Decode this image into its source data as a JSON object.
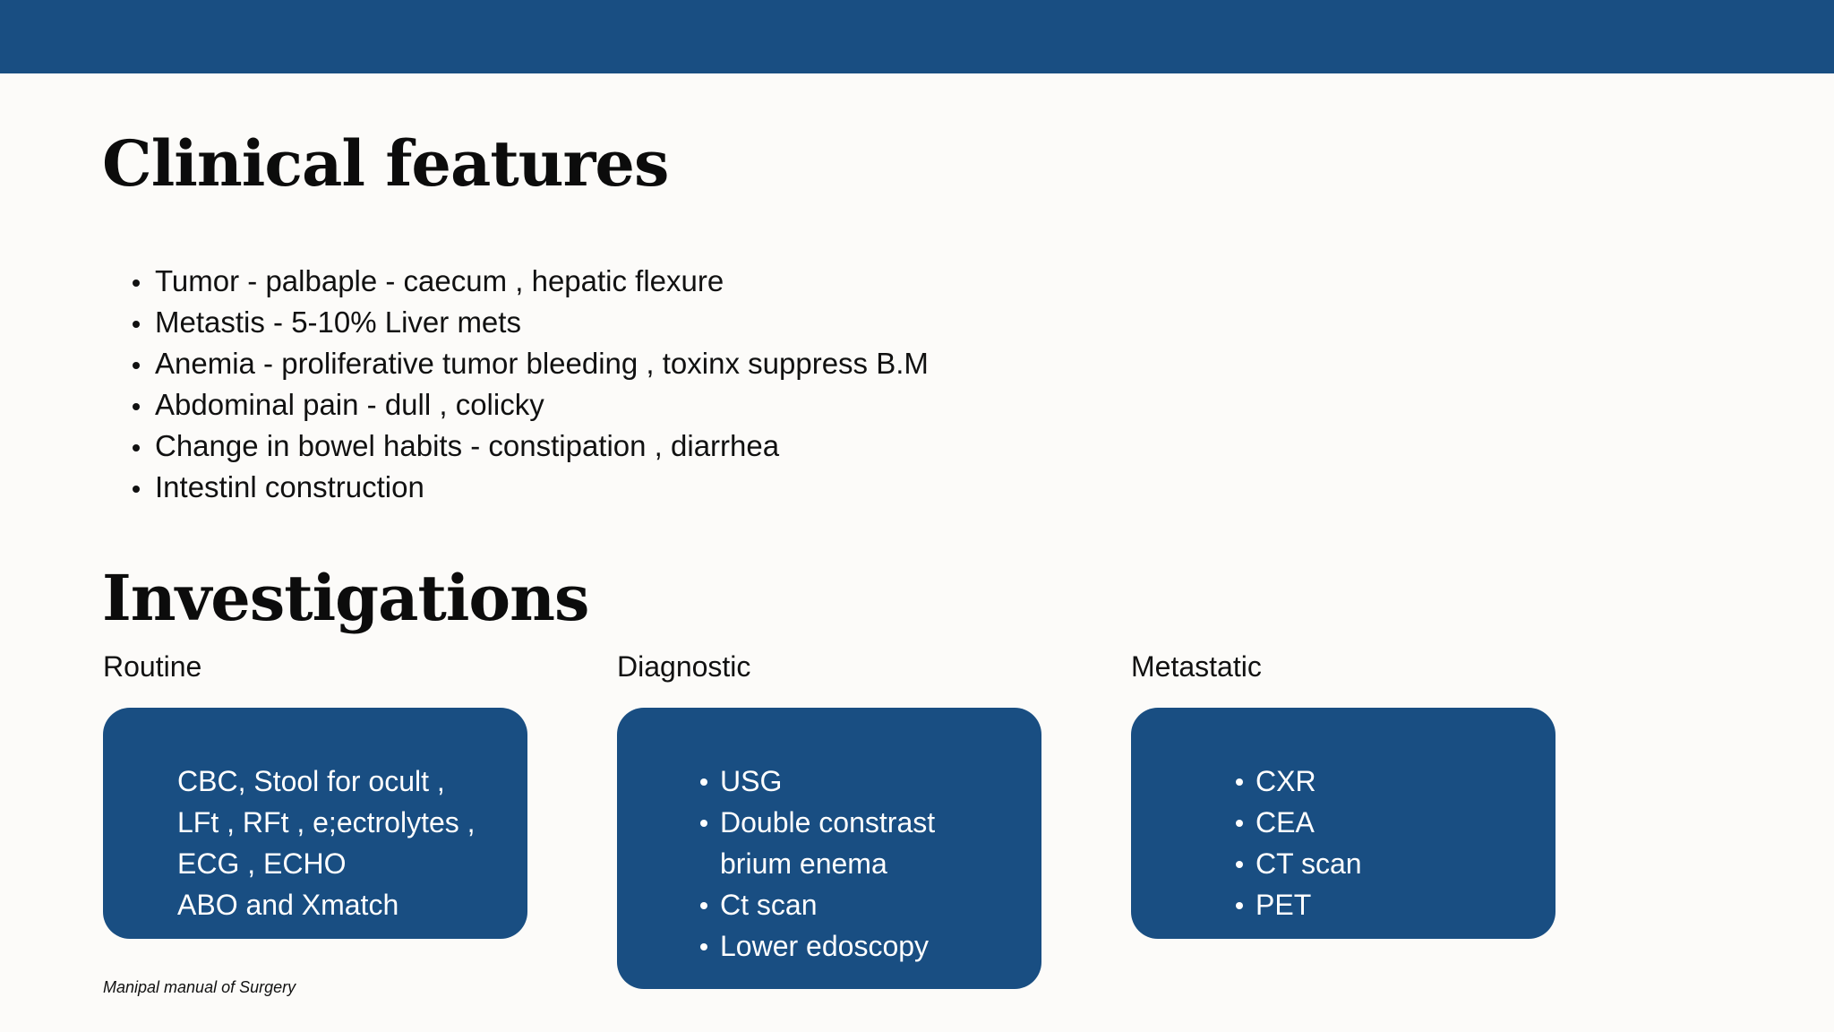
{
  "colors": {
    "accent": "#194e82",
    "background": "#fcfbf9",
    "text": "#111111"
  },
  "clinical": {
    "title": "Clinical features",
    "items": [
      "Tumor - palbaple  - caecum , hepatic flexure",
      "Metastis - 5-10% Liver mets",
      "Anemia - proliferative tumor bleeding , toxinx suppress B.M",
      "Abdominal pain - dull , colicky",
      "Change in bowel habits - constipation , diarrhea",
      "Intestinl construction"
    ]
  },
  "investigations": {
    "title": "Investigations",
    "routine": {
      "label": "Routine",
      "lines": [
        "CBC, Stool for ocult ,",
        "LFt , RFt , e;ectrolytes ,",
        "ECG , ECHO",
        "ABO and Xmatch"
      ]
    },
    "diagnostic": {
      "label": "Diagnostic",
      "lines": [
        "USG",
        "Double constrast",
        "brium enema",
        "Ct scan",
        "Lower edoscopy"
      ]
    },
    "metastatic": {
      "label": "Metastatic",
      "lines": [
        "CXR",
        "CEA",
        "CT scan",
        "PET"
      ]
    }
  },
  "footer": {
    "citation": "Manipal manual of Surgery"
  }
}
